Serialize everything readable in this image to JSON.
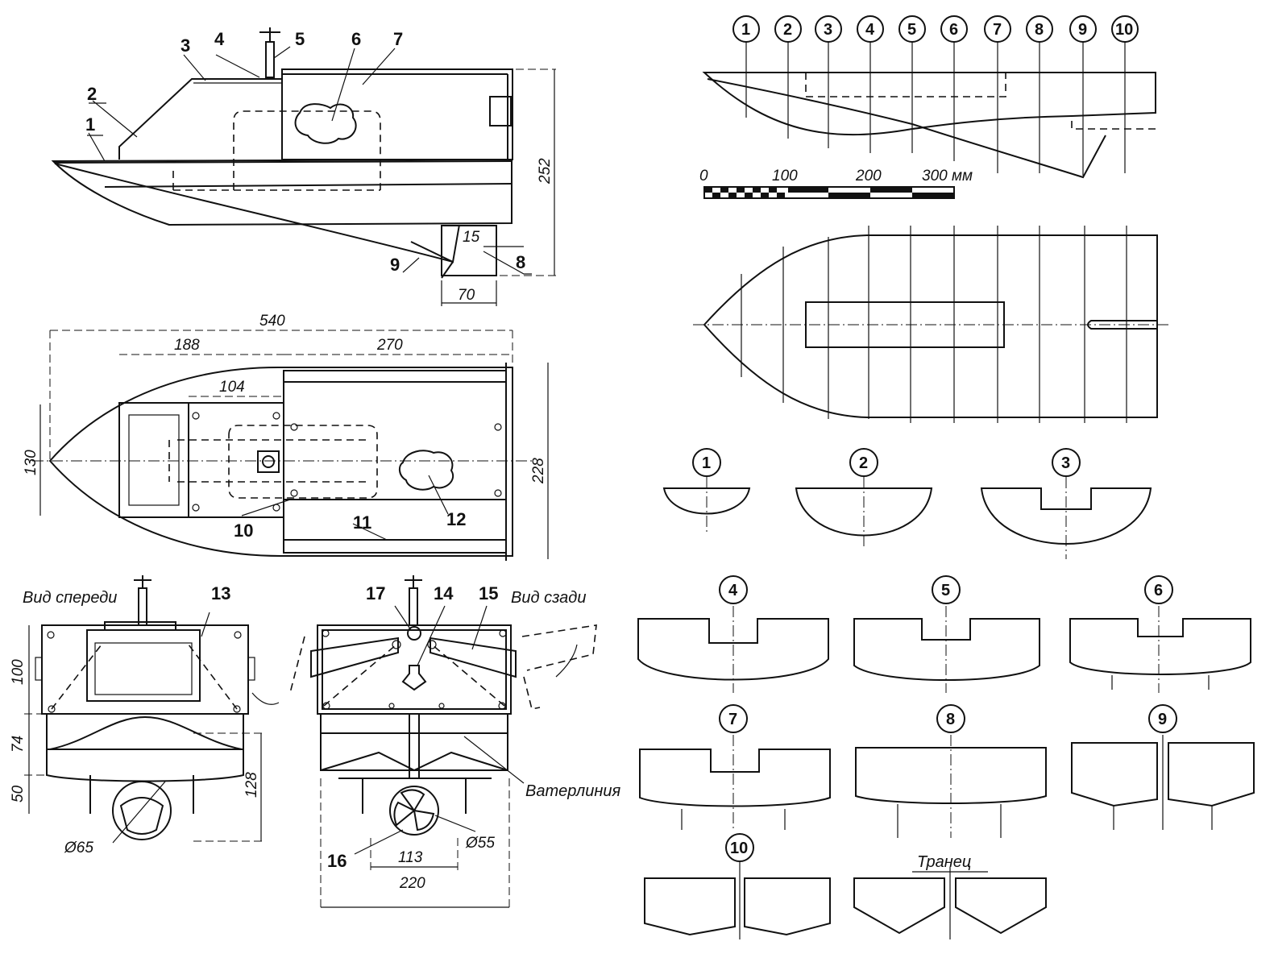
{
  "side_view": {
    "callouts": [
      "1",
      "2",
      "3",
      "4",
      "5",
      "6",
      "7",
      "8",
      "9"
    ],
    "dims": {
      "height": "252",
      "keel_offset": "15",
      "keel_len": "70"
    }
  },
  "top_view": {
    "callouts": [
      "10",
      "11",
      "12"
    ],
    "dims": {
      "length": "540",
      "front": "188",
      "rear": "270",
      "cockpit": "104",
      "bow_width": "130",
      "width": "228"
    }
  },
  "front_view": {
    "title": "Вид спереди",
    "callouts": [
      "13"
    ],
    "dims": {
      "h1": "100",
      "h2": "74",
      "h3": "50",
      "draft": "128",
      "nozzle": "Ø65"
    }
  },
  "rear_view": {
    "title": "Вид сзади",
    "callouts": [
      "14",
      "15",
      "16",
      "17"
    ],
    "dims": {
      "nozzle": "Ø55",
      "inner": "113",
      "width": "220"
    },
    "waterline": "Ватерлиния"
  },
  "lines_plan": {
    "stations": [
      "1",
      "2",
      "3",
      "4",
      "5",
      "6",
      "7",
      "8",
      "9",
      "10"
    ],
    "scale": [
      "0",
      "100",
      "200",
      "300 мм"
    ]
  },
  "sections": {
    "labels": [
      "1",
      "2",
      "3",
      "4",
      "5",
      "6",
      "7",
      "8",
      "9",
      "10"
    ],
    "transom": "Транец"
  }
}
